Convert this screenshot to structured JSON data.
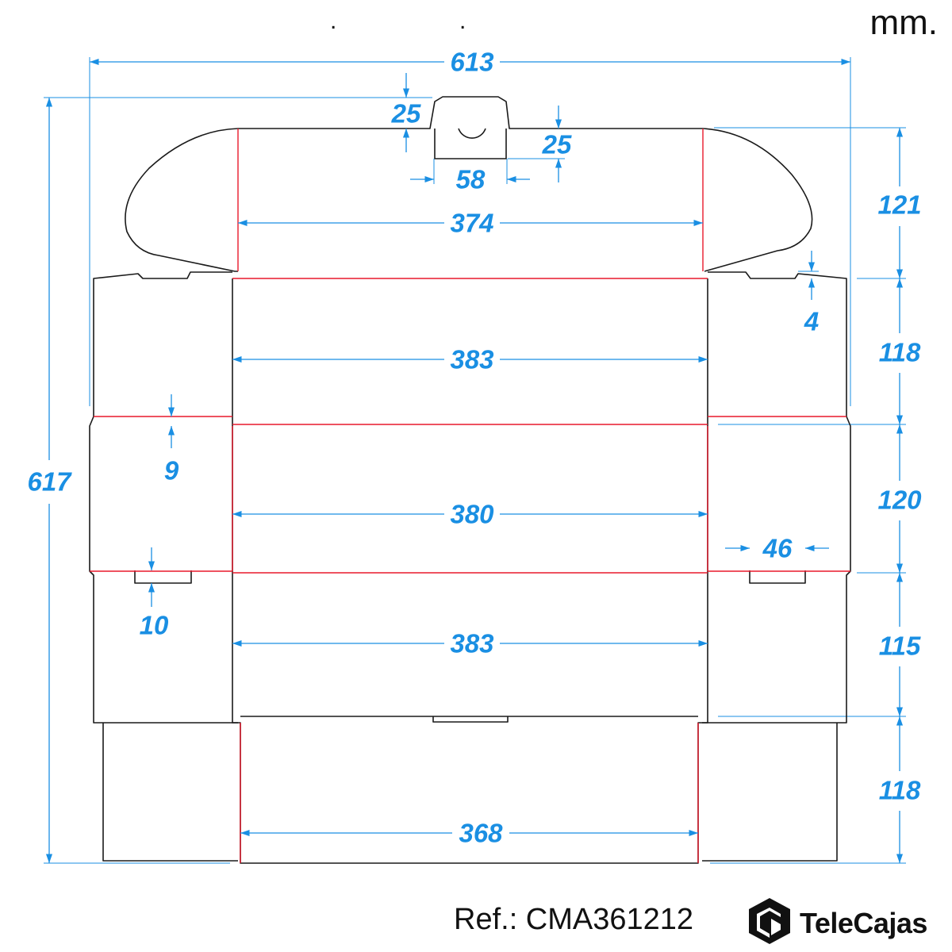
{
  "header": {
    "unit": "mm."
  },
  "footer": {
    "reference": "Ref.: CMA361212",
    "brand": "TeleCajas"
  },
  "colors": {
    "dimension": "#1a8fe3",
    "fold": "#e8192c",
    "cut": "#1a1a1a"
  },
  "dimensions": {
    "total_width": "613",
    "total_height": "617",
    "handle_height": "25",
    "handle_hole_depth": "25",
    "handle_hole_width": "58",
    "top_panel_width": "374",
    "top_panel_height": "121",
    "gap_small": "4",
    "panel_1_width": "383",
    "panel_1_height": "118",
    "tab_gap": "9",
    "panel_2_width": "380",
    "panel_2_height": "120",
    "slot_width": "46",
    "slot_height": "10",
    "panel_3_width": "383",
    "panel_3_height": "115",
    "bottom_panel_width": "368",
    "bottom_panel_height": "118"
  }
}
